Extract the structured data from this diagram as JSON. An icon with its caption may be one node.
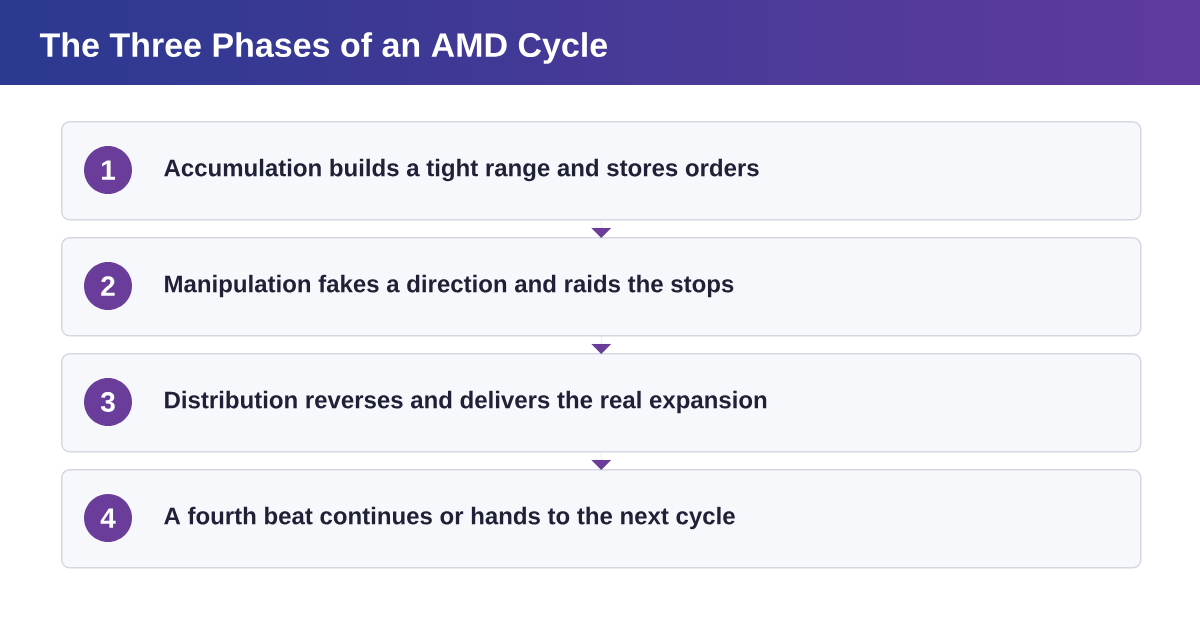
{
  "diagram": {
    "title": "The Three Phases of an AMD Cycle",
    "nodes": [
      {
        "text": [
          "Accumulation builds a tight range and stores orders"
        ]
      },
      {
        "text": [
          "1"
        ],
        "in": 0
      },
      {
        "text": [
          "Manipulation fakes a direction and raids the stops"
        ]
      },
      {
        "text": [
          "2"
        ],
        "in": 2
      },
      {
        "text": [
          "Distribution reverses and delivers the real expansion"
        ]
      },
      {
        "text": [
          "3"
        ],
        "in": 4
      },
      {
        "text": [
          "A fourth beat continues or hands to the next cycle"
        ]
      },
      {
        "text": [
          "4"
        ],
        "in": 6
      }
    ],
    "edges": [
      {
        "from": 0,
        "to": 2,
        "arrow": "to"
      },
      {
        "from": 2,
        "to": 4,
        "arrow": "to"
      },
      {
        "from": 4,
        "to": 6,
        "arrow": "to"
      }
    ]
  }
}
